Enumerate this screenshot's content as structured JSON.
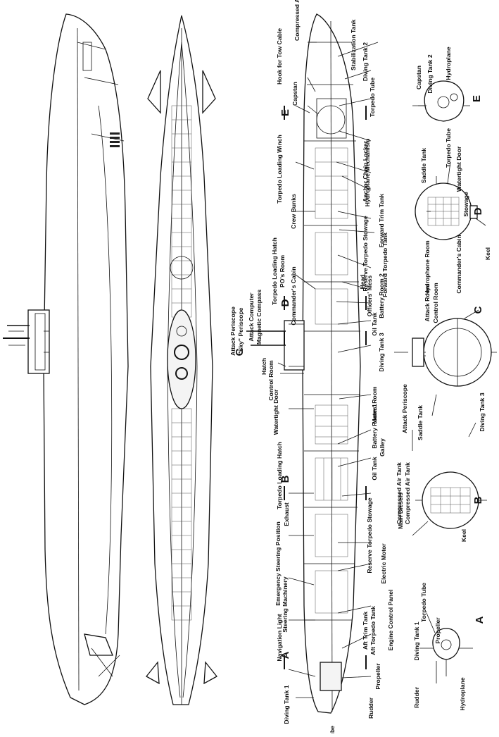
{
  "diagram": {
    "colors": {
      "ink": "#111111",
      "paper": "#ffffff"
    },
    "section_letters": [
      "A",
      "B",
      "C",
      "D",
      "E"
    ],
    "cutaway_labels": [
      "Compressed Air Tank",
      "Stabilization Tank",
      "Diving Tank 2",
      "Hook for Tow Cable",
      "Capstan",
      "Torpedo Tube",
      "Anchor Chain Locker",
      "Torpedo Loading Winch",
      "Hydroplane Mechanism",
      "Forward Trim Tank",
      "Crew Bunks",
      "Forward Torpedo Tank",
      "Torpedo Loading Hatch",
      "Reserve Torpedo Stowage",
      "PO's Room",
      "Head",
      "Commander's Cabin",
      "Officers' Mess",
      "Battery Room 2",
      "Attack Periscope",
      "\"Sky\" Periscope",
      "Attack Computer",
      "Magnetic Compass",
      "Oil Tank",
      "Diving Tank 3",
      "Hatch",
      "Control Room",
      "Watertight Door",
      "Mates' Room",
      "Battery Room 1",
      "Attack Periscope",
      "Galley",
      "Oil Tank",
      "Torpedo Loading Hatch",
      "Compressed Air Tank",
      "Main Diesels",
      "Exhaust",
      "Reserve Torpedo Stowage",
      "Emergency Steering Position",
      "Electric Motor",
      "Steering Machinery",
      "Engine Control Panel",
      "Navigation Light",
      "Aft Trim Tank",
      "Aft Torpedo Tank",
      "Propeller",
      "Diving Tank 1",
      "Torpedo Tube",
      "Rudder"
    ],
    "section_labels": {
      "E": [
        "Capstan",
        "Diving Tank 2",
        "Hydroplane",
        "Torpedo Tube"
      ],
      "D": [
        "Saddle Tank",
        "Watertight Door",
        "Stowage",
        "Hydrophone Room",
        "Commander's Cabin",
        "Keel"
      ],
      "C": [
        "Attack Room",
        "Control Room",
        "Diving Tank 3",
        "Saddle Tank"
      ],
      "B": [
        "Compressed Air Tank",
        "Keel"
      ],
      "A": [
        "Diving Tank 1",
        "Torpedo Tube",
        "Propeller",
        "Rudder",
        "Hydroplane"
      ]
    }
  }
}
